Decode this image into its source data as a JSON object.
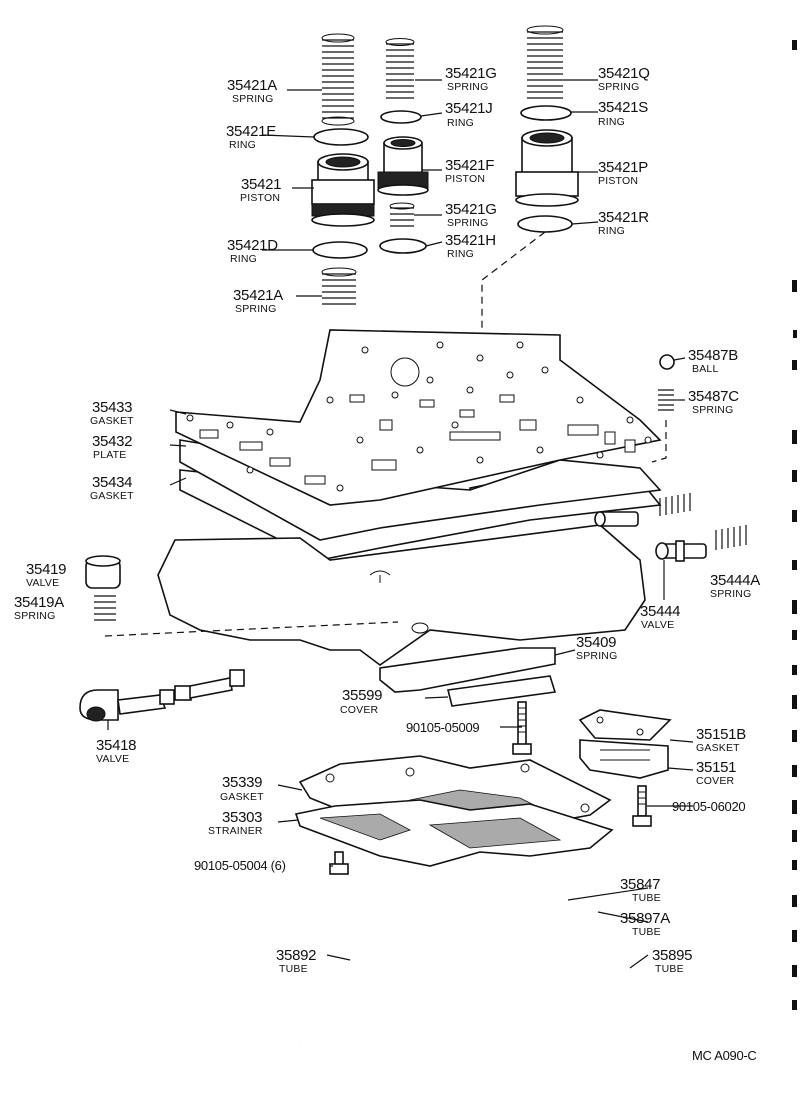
{
  "diagram": {
    "labels": [
      {
        "part": "35421A",
        "desc": "SPRING"
      },
      {
        "part": "35421E",
        "desc": "RING"
      },
      {
        "part": "35421",
        "desc": "PISTON"
      },
      {
        "part": "35421D",
        "desc": "RING"
      },
      {
        "part": "35421A",
        "desc": "SPRING"
      },
      {
        "part": "35421G",
        "desc": "SPRING"
      },
      {
        "part": "35421J",
        "desc": "RING"
      },
      {
        "part": "35421F",
        "desc": "PISTON"
      },
      {
        "part": "35421G",
        "desc": "SPRING"
      },
      {
        "part": "35421H",
        "desc": "RING"
      },
      {
        "part": "35421Q",
        "desc": "SPRING"
      },
      {
        "part": "35421S",
        "desc": "RING"
      },
      {
        "part": "35421P",
        "desc": "PISTON"
      },
      {
        "part": "35421R",
        "desc": "RING"
      },
      {
        "part": "35487B",
        "desc": "BALL"
      },
      {
        "part": "35487C",
        "desc": "SPRING"
      },
      {
        "part": "35433",
        "desc": "GASKET"
      },
      {
        "part": "35432",
        "desc": "PLATE"
      },
      {
        "part": "35434",
        "desc": "GASKET"
      },
      {
        "part": "35419",
        "desc": "VALVE"
      },
      {
        "part": "35419A",
        "desc": "SPRING"
      },
      {
        "part": "35444A",
        "desc": "SPRING"
      },
      {
        "part": "35444",
        "desc": "VALVE"
      },
      {
        "part": "35409",
        "desc": "SPRING"
      },
      {
        "part": "35599",
        "desc": "COVER"
      },
      {
        "part": "90105-05009",
        "desc": ""
      },
      {
        "part": "35418",
        "desc": "VALVE"
      },
      {
        "part": "35151B",
        "desc": "GASKET"
      },
      {
        "part": "35151",
        "desc": "COVER"
      },
      {
        "part": "35339",
        "desc": "GASKET"
      },
      {
        "part": "90105-06020",
        "desc": ""
      },
      {
        "part": "35303",
        "desc": "STRAINER"
      },
      {
        "part": "90105-05004 (6)",
        "desc": ""
      },
      {
        "part": "35847",
        "desc": "TUBE"
      },
      {
        "part": "35897A",
        "desc": "TUBE"
      },
      {
        "part": "35892",
        "desc": "TUBE"
      },
      {
        "part": "35895",
        "desc": "TUBE"
      }
    ],
    "code": "MC  A090-C"
  }
}
